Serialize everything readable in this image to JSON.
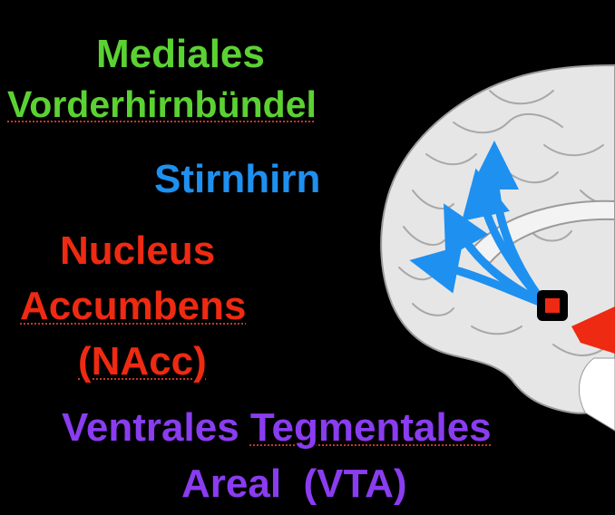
{
  "labels": {
    "mfb_line1": "Mediales",
    "mfb_line2": "Vorderhirnbündel",
    "frontal": "Stirnhirn",
    "nacc_line1": "Nucleus",
    "nacc_line2": "Accumbens",
    "nacc_line3": "(NAcc)",
    "vta_word1": "Ventrales",
    "vta_word2": "Tegmentales",
    "vta_line2": "Areal  (VTA)"
  },
  "colors": {
    "green": "#5bd233",
    "blue": "#1e90f0",
    "red": "#ee2a12",
    "purple": "#8a3cf0",
    "background": "#000000"
  }
}
